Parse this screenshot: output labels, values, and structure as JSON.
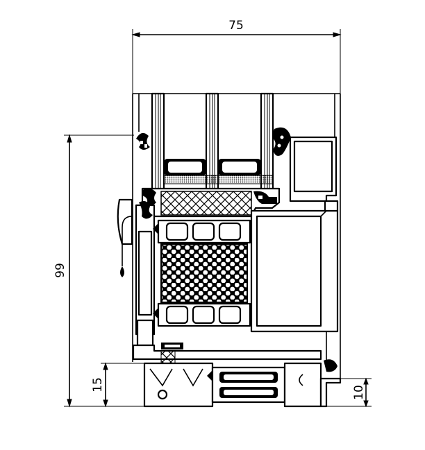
{
  "dimensions": {
    "width_label": "75",
    "height_label": "99",
    "sill_height_label": "15",
    "right_sill_label": "10"
  }
}
